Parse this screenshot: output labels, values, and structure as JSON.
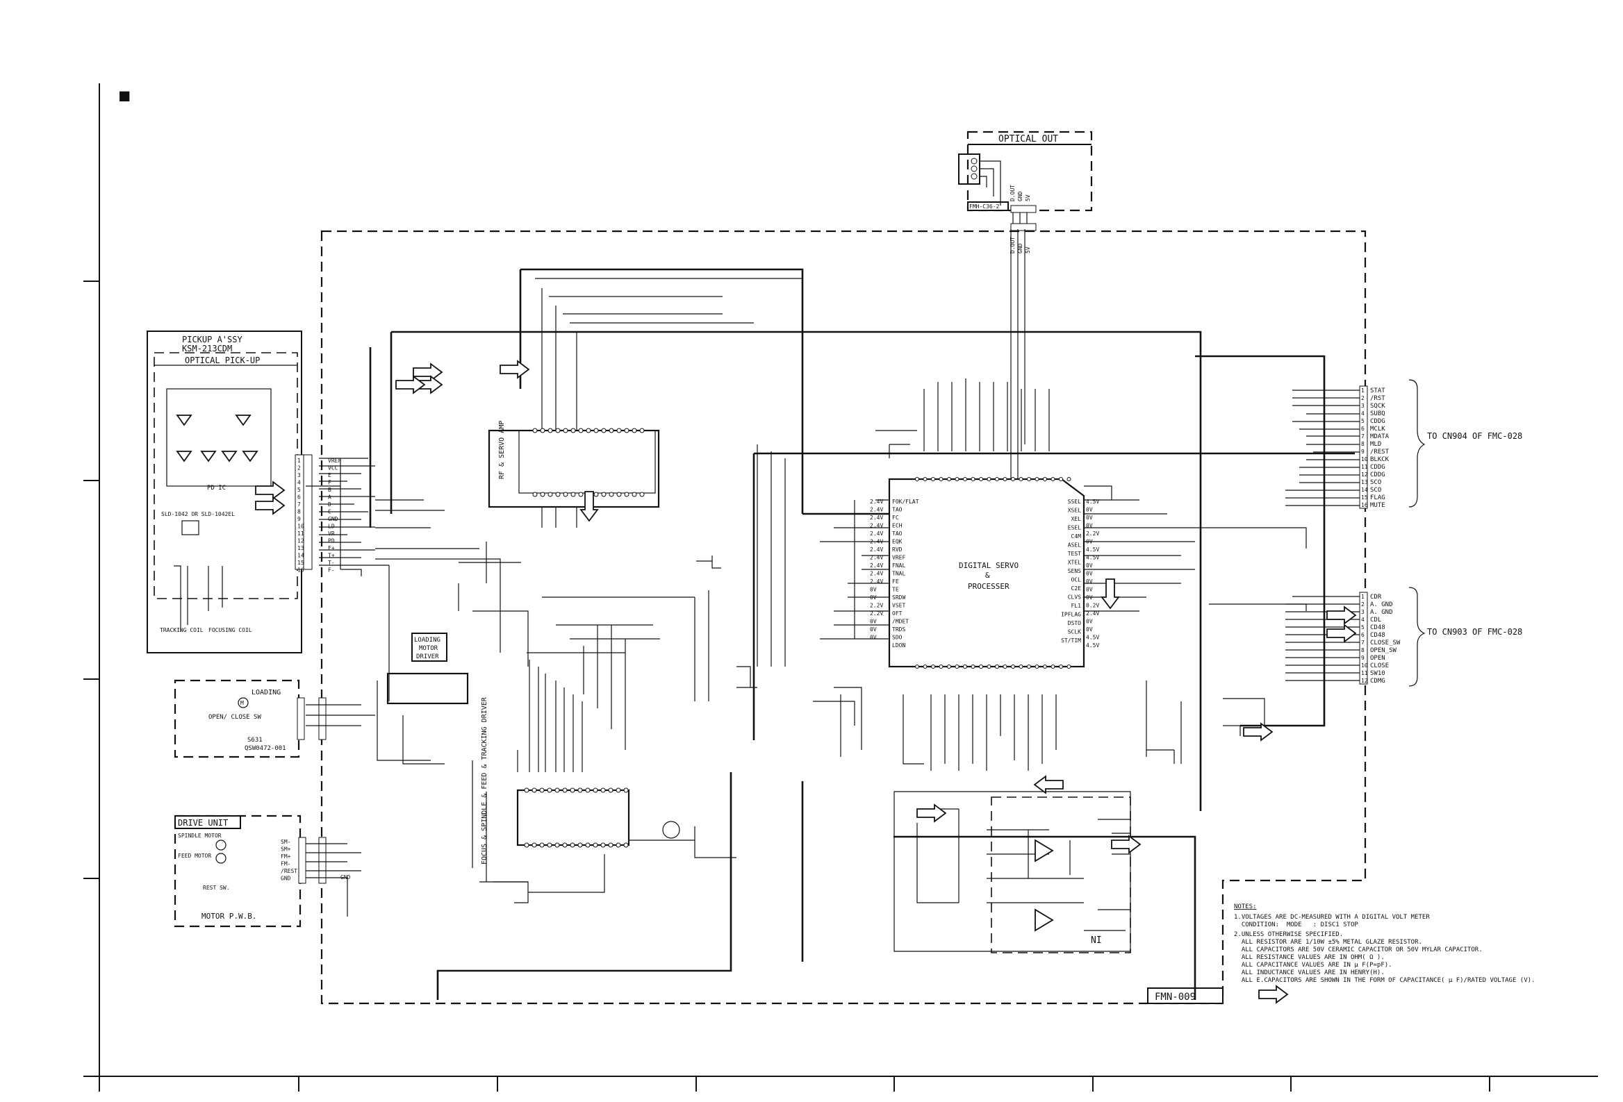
{
  "header_marker": "■",
  "blocks": {
    "pickup": {
      "title1": "PICKUP A'SSY",
      "title2": "KSM-213CDM",
      "subtitle": "OPTICAL PICK-UP",
      "pdic": "PD IC",
      "ld": "SLD-1042 OR SLD-1042EL",
      "tracking_coil": "TRACKING COIL",
      "focusing_coil": "FOCUSING COIL"
    },
    "optical_out": {
      "title": "OPTICAL OUT",
      "connector": "FMH-C36-2",
      "pins": [
        "D.OUT",
        "GND",
        "5V"
      ]
    },
    "loading": {
      "title": "LOADING",
      "switch": "OPEN/ CLOSE SW",
      "sw_ref": "S631",
      "part": "QSW0472-001",
      "driver": [
        "LOADING",
        "MOTOR",
        "DRIVER"
      ]
    },
    "drive_unit": {
      "title": "DRIVE UNIT",
      "spindle": "SPINDLE MOTOR",
      "feed": "FEED MOTOR",
      "rest": "REST SW.",
      "pwb": "MOTOR P.W.B.",
      "pins": [
        "SM-",
        "SM+",
        "FM+",
        "FM-",
        "/REST",
        "GND"
      ]
    },
    "dsp": {
      "line1": "DIGITAL SERVO",
      "line2": "&",
      "line3": "PROCESSER"
    },
    "rf_amp": "RF & SERVO AMP",
    "focus_driver": "FOCUS & SPINDLE & FEED & TRACKING DRIVER",
    "board": "FMN-009",
    "ni": "NI"
  },
  "pickup_pins": [
    "VREF",
    "VCC",
    "E",
    "F",
    "B",
    "A",
    "D",
    "C",
    "GND",
    "LD",
    "VR",
    "PD",
    "F+",
    "T+",
    "T-",
    "F-"
  ],
  "cn904": {
    "label": "TO CN904 OF FMC-028",
    "pins": [
      "STAT",
      "/RST",
      "SQCK",
      "SUBQ",
      "CDDG",
      "MCLK",
      "MDATA",
      "MLD",
      "/REST",
      "BLKCK",
      "CDDG",
      "CDDG",
      "SCO",
      "SCO",
      "FLAG",
      "MUTE"
    ]
  },
  "cn903": {
    "label": "TO CN903 OF FMC-028",
    "pins": [
      "CDR",
      "A. GND",
      "A. GND",
      "CDL",
      "CD48",
      "CD48",
      "CLOSE_SW",
      "OPEN_SW",
      "OPEN",
      "CLOSE",
      "SW10",
      "CDMG"
    ]
  },
  "dsp_left_pins": [
    "FOK/FLAT",
    "TAO",
    "FC",
    "ECH",
    "TAO",
    "EQK",
    "RVD",
    "VREF",
    "FNAL",
    "TNAL",
    "FE",
    "TE",
    "SRDW",
    "VSET",
    "OFT",
    "/MDET",
    "TRDS",
    "SDO",
    "LDON"
  ],
  "dsp_right_pins": [
    "SSEL",
    "XSEL",
    "XEL",
    "ESEL",
    "C4M",
    "ASEL",
    "TEST",
    "XTEL",
    "SENS",
    "OCL",
    "C2E",
    "CLVS",
    "FL1",
    "IPFLAG",
    "DSTO",
    "SCLK",
    "ST/TIM"
  ],
  "dsp_right_volts": [
    "4.5V",
    "0V",
    "0V",
    "0V",
    "2.2V",
    "0V",
    "4.5V",
    "4.5V",
    "0V",
    "0V",
    "0V",
    "0V",
    "0V",
    "0.2V",
    "2.4V",
    "0V",
    "0V",
    "4.5V",
    "4.5V"
  ],
  "dsp_left_volts": [
    "2.4V",
    "2.4V",
    "2.4V",
    "2.4V",
    "2.4V",
    "2.4V",
    "2.4V",
    "2.4V",
    "2.4V",
    "2.4V",
    "2.4V",
    "0V",
    "0V",
    "2.2V",
    "2.2V",
    "0V",
    "0V",
    "0V"
  ],
  "notes": {
    "title": "NOTES:",
    "lines": [
      "1.VOLTAGES ARE DC-MEASURED WITH A DIGITAL VOLT METER",
      "  CONDITION:  MODE   : DISC1 STOP",
      "2.UNLESS OTHERWISE SPECIFIED.",
      "  ALL RESISTOR ARE 1/10W ±5% METAL GLAZE RESISTOR.",
      "  ALL CAPACITORS ARE 50V CERAMIC CAPACITOR OR 50V MYLAR CAPACITOR.",
      "  ALL RESISTANCE VALUES ARE IN OHM( Ω ).",
      "  ALL CAPACITANCE VALUES ARE IN μ F(P=pF).",
      "  ALL INDUCTANCE VALUES ARE IN HENRY(H).",
      "  ALL E.CAPACITORS ARE SHOWN IN THE FORM OF CAPACITANCE( μ F)/RATED VOLTAGE (V)."
    ]
  }
}
